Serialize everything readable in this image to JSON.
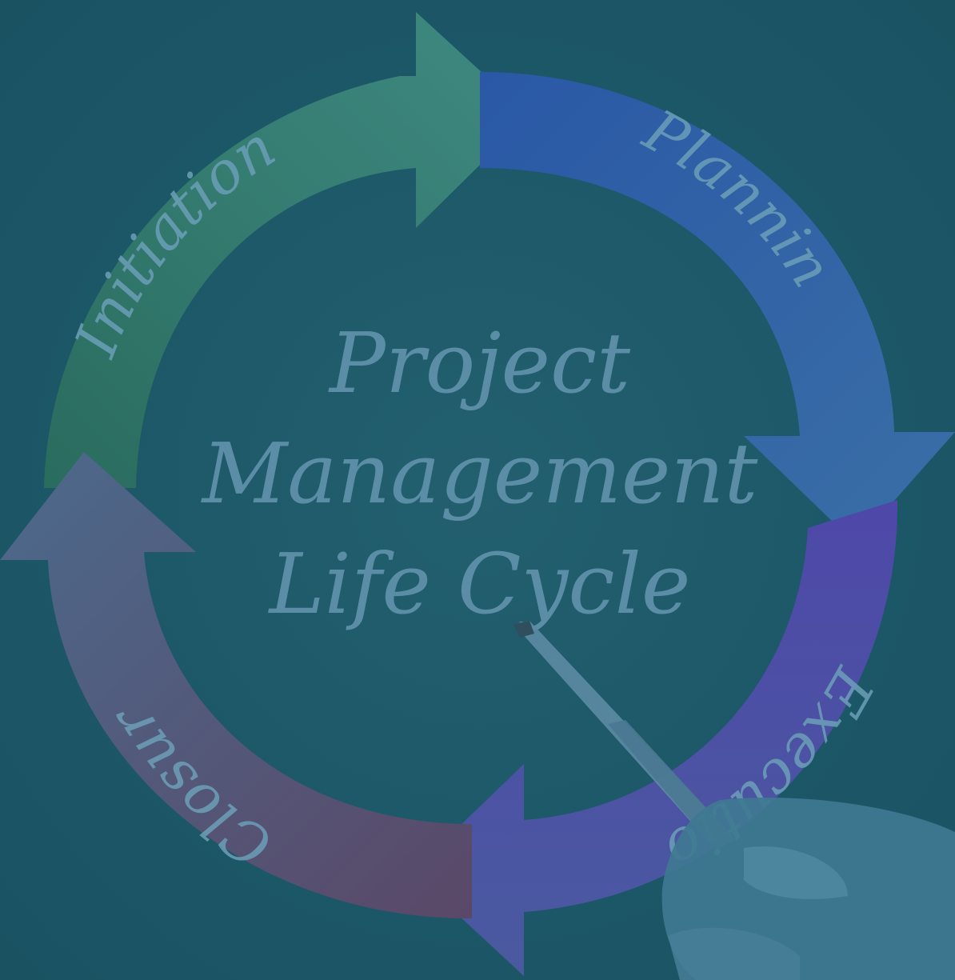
{
  "diagram": {
    "title_lines": [
      "Project",
      "Management",
      "Life Cycle"
    ],
    "stages": [
      {
        "label": "Initiation",
        "color": "#3a8676"
      },
      {
        "label": "Planning",
        "color": "#2d5fa8"
      },
      {
        "label": "Execution",
        "color": "#4f4aa0"
      },
      {
        "label": "Closure",
        "color": "#5a4f72"
      }
    ],
    "colors": {
      "background": "#1f5a6a",
      "title_text": "#5b8ea6",
      "stage_text": "#6c9fb8"
    }
  }
}
